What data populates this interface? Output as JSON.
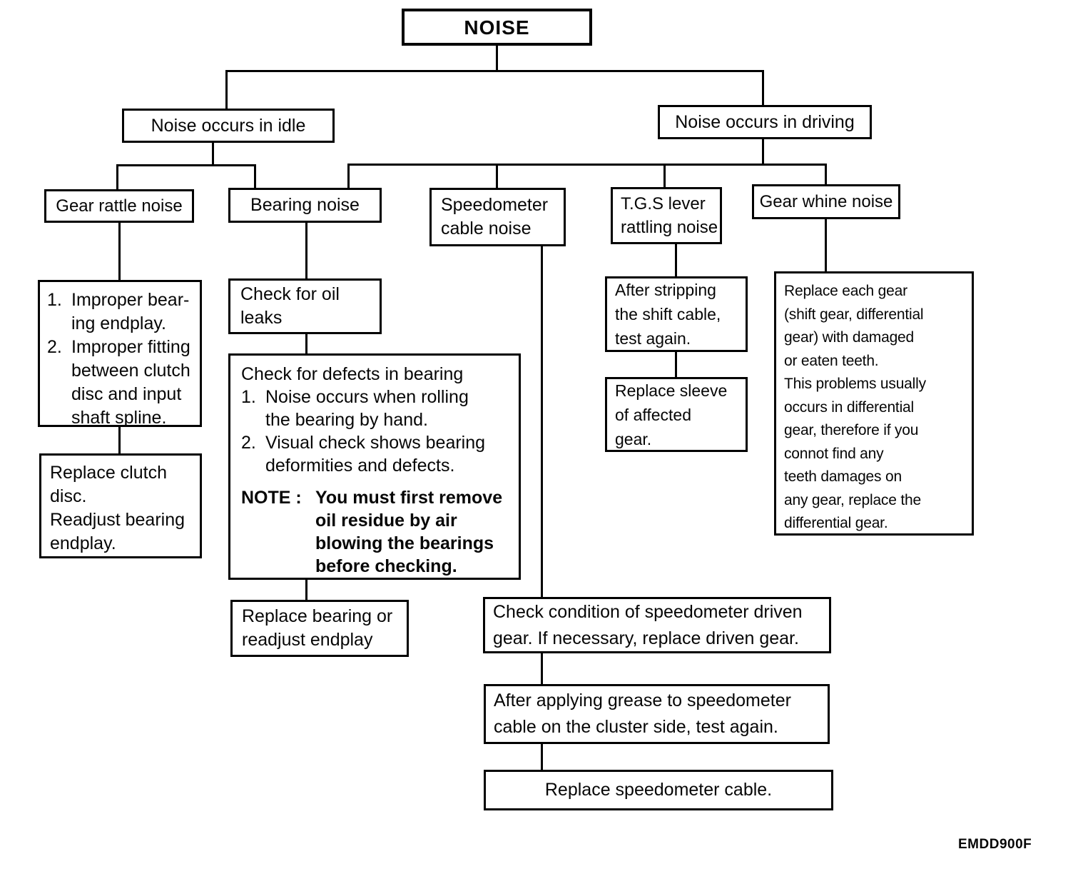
{
  "figure_code": "EMDD900F",
  "nodes": {
    "noise": {
      "label": "NOISE"
    },
    "idle": {
      "label": "Noise occurs in idle"
    },
    "driving": {
      "label": "Noise occurs in driving"
    },
    "gear_rattle": {
      "label": "Gear rattle noise"
    },
    "bearing": {
      "label": "Bearing noise"
    },
    "speedometer": {
      "label": "Speedometer\ncable noise"
    },
    "tgs": {
      "label": "T.G.S lever\nrattling noise"
    },
    "gear_whine": {
      "label": "Gear whine noise"
    },
    "gear_rattle_causes": {
      "items": [
        {
          "marker": "1.",
          "text": "Improper bear-\ning endplay."
        },
        {
          "marker": "2.",
          "text": "Improper fitting\nbetween clutch\ndisc and input\nshaft spline."
        }
      ]
    },
    "gear_rattle_fix": {
      "text": "Replace clutch\ndisc.\nReadjust bearing\nendplay."
    },
    "oil_leaks": {
      "text": "Check for oil\nleaks"
    },
    "bearing_check": {
      "title": "Check for defects in bearing",
      "items": [
        {
          "marker": "1.",
          "text": "Noise occurs when rolling\nthe bearing by hand."
        },
        {
          "marker": "2.",
          "text": "Visual check shows bearing\ndeformities and defects."
        }
      ],
      "note_label": "NOTE :",
      "note_text": "You must first remove\noil residue by air\nblowing the bearings\nbefore checking."
    },
    "bearing_fix": {
      "text": "Replace bearing or\nreadjust endplay"
    },
    "tgs_step": {
      "text": "After stripping\nthe shift cable,\ntest again."
    },
    "tgs_fix": {
      "text": "Replace sleeve\nof affected\ngear."
    },
    "gear_whine_fix": {
      "text": "Replace each gear\n(shift gear, differential\ngear) with damaged\nor eaten teeth.\nThis problems usually\noccurs in differential\ngear, therefore if you\nconnot find any\nteeth damages on\nany gear, replace the\ndifferential gear."
    },
    "speedo_step1": {
      "text": "Check condition of speedometer driven\ngear. If necessary, replace driven gear."
    },
    "speedo_step2": {
      "text": "After applying grease to speedometer\ncable on the cluster side, test again."
    },
    "speedo_fix": {
      "text": "Replace speedometer cable."
    }
  }
}
